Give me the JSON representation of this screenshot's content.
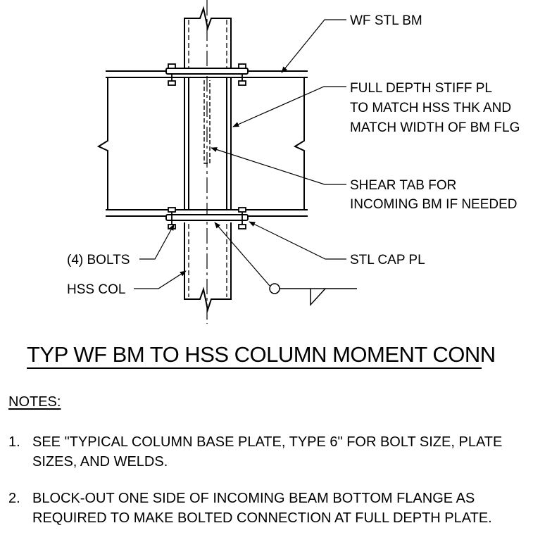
{
  "callouts": {
    "wf_stl_bm": "WF STL BM",
    "stiff_pl": [
      "FULL DEPTH STIFF PL",
      "TO MATCH HSS THK AND",
      "MATCH WIDTH OF BM FLG"
    ],
    "shear_tab": [
      "SHEAR TAB FOR",
      "INCOMING BM IF NEEDED"
    ],
    "bolts": "(4) BOLTS",
    "stl_cap_pl": "STL CAP PL",
    "hss_col": "HSS COL"
  },
  "title": "TYP WF BM TO HSS COLUMN MOMENT CONN",
  "notes": {
    "heading": "NOTES:",
    "items": [
      {
        "num": "1.",
        "text": "SEE \"TYPICAL COLUMN BASE PLATE, TYPE 6\" FOR BOLT SIZE, PLATE\nSIZES, AND WELDS."
      },
      {
        "num": "2.",
        "text": "BLOCK-OUT ONE SIDE OF INCOMING BEAM BOTTOM FLANGE AS\nREQUIRED TO MAKE BOLTED CONNECTION AT FULL DEPTH PLATE."
      }
    ]
  }
}
